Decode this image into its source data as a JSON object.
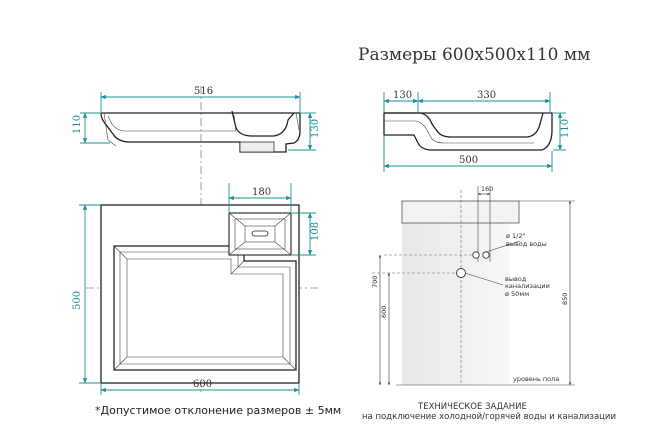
{
  "title": "Размеры 600х500х110 мм",
  "section_left": {
    "width_top": "516",
    "height_left": "110",
    "height_right": "130"
  },
  "section_right": {
    "dim_left": "130",
    "dim_mid": "330",
    "height_right": "110",
    "width_bottom": "500"
  },
  "plan": {
    "drain_width": "180",
    "drain_depth": "108",
    "depth_total": "500",
    "width_total": "600"
  },
  "install": {
    "pipe_spacing": "160",
    "water_label_1": "ø 1/2\"",
    "water_label_2": "вывод воды",
    "drain_label_1": "вывод",
    "drain_label_2": "канализации",
    "drain_label_3": "ø 50мм",
    "h_700": "700",
    "h_600": "600",
    "h_850": "850",
    "floor_label": "уровень пола"
  },
  "note": "*Допустимое отклонение размеров ± 5мм",
  "task_title": "ТЕХНИЧЕСКОЕ ЗАДАНИЕ",
  "task_subtitle": "на подключение холодной/горячей воды и канализации",
  "colors": {
    "dimension": "#1a8f9a",
    "ink": "#222222"
  }
}
